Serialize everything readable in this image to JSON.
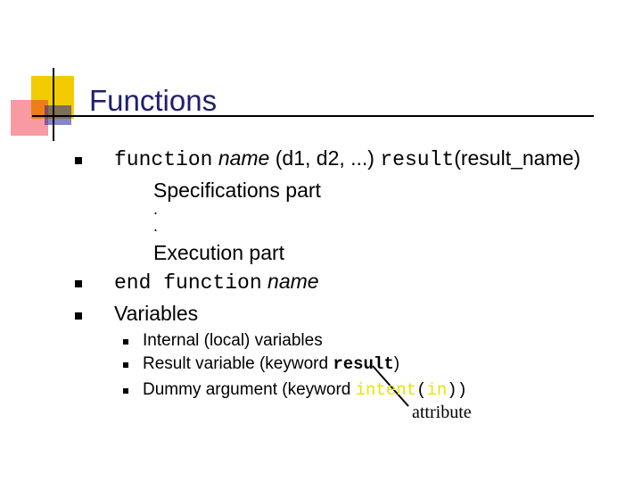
{
  "slide": {
    "title": "Functions",
    "line1": {
      "keyword": "function",
      "name": "name",
      "args": " (d1, d2, ...) ",
      "result_kw": "result",
      "result_arg": "(result_name)"
    },
    "spec": "Specifications part",
    "dot1": ".",
    "dot2": ".",
    "exec": "Execution part",
    "end_line": {
      "keyword": "end function",
      "name": "name"
    },
    "variables": "Variables",
    "sub_items": {
      "internal": "Internal (local) variables",
      "result_prefix": "Result variable (keyword ",
      "result_kw": "result",
      "result_suffix": ")",
      "dummy_prefix": "Dummy argument (keyword ",
      "intent_kw": "intent",
      "open_paren": "(",
      "in_kw": "in",
      "close_parens": "))"
    },
    "annotation": "attribute"
  },
  "colors": {
    "title": "#1f1f70",
    "logo_yellow": "#f2cc00",
    "logo_red": "#ee2030",
    "logo_blue": "#2020a0",
    "keyword_yellow": "#e6e600"
  }
}
